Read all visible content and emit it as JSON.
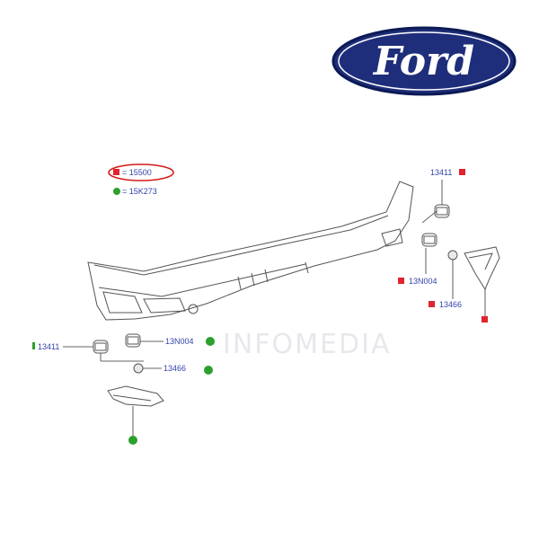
{
  "brand": {
    "logo_text": "Ford",
    "oval_color": "#1f2e7a",
    "oval_border": "#0c1a55",
    "text_color": "#ffffff"
  },
  "watermark": {
    "text": "INFOMEDIA"
  },
  "legend": {
    "items": [
      {
        "marker": "red-square",
        "color": "#e0242f",
        "text": "= 15500",
        "highlighted": true
      },
      {
        "marker": "green-circle",
        "color": "#2ca02c",
        "text": "= 15K273",
        "highlighted": false
      }
    ],
    "highlight_color": "#d51b1b"
  },
  "colors": {
    "red": "#e0242f",
    "green": "#2ca02c",
    "label_blue": "#3344aa",
    "line": "#555555"
  },
  "callouts": {
    "right_upper": "13411",
    "right_middle": "13N004",
    "right_lower": "13466",
    "left_upper": "13411",
    "left_middle": "13N004",
    "left_lower": "13466"
  }
}
